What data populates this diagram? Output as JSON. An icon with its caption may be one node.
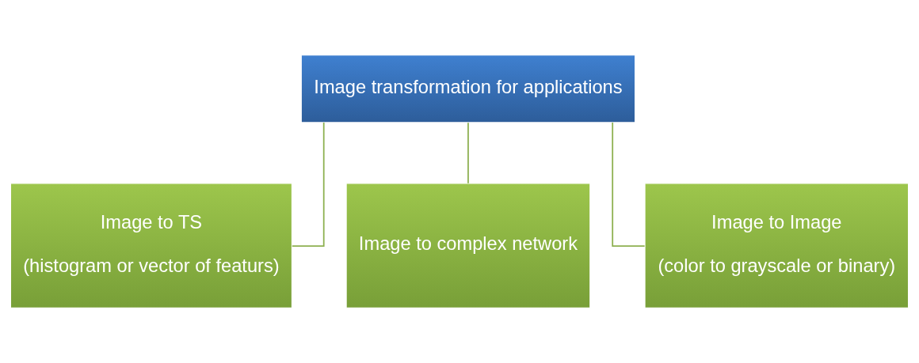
{
  "diagram": {
    "nodes": [
      {
        "text": [
          "Image transformation for applications"
        ]
      },
      {
        "text": [
          "Image to TS",
          "(histogram or vector of featurs)"
        ]
      },
      {
        "text": [
          "Image to complex network"
        ]
      },
      {
        "text": [
          "Image to Image",
          "(color to grayscale or binary)"
        ]
      }
    ],
    "edges": [
      {
        "from": 0,
        "to": 1,
        "arrow": "none"
      },
      {
        "from": 0,
        "to": 2,
        "arrow": "none"
      },
      {
        "from": 0,
        "to": 3,
        "arrow": "none"
      }
    ]
  }
}
